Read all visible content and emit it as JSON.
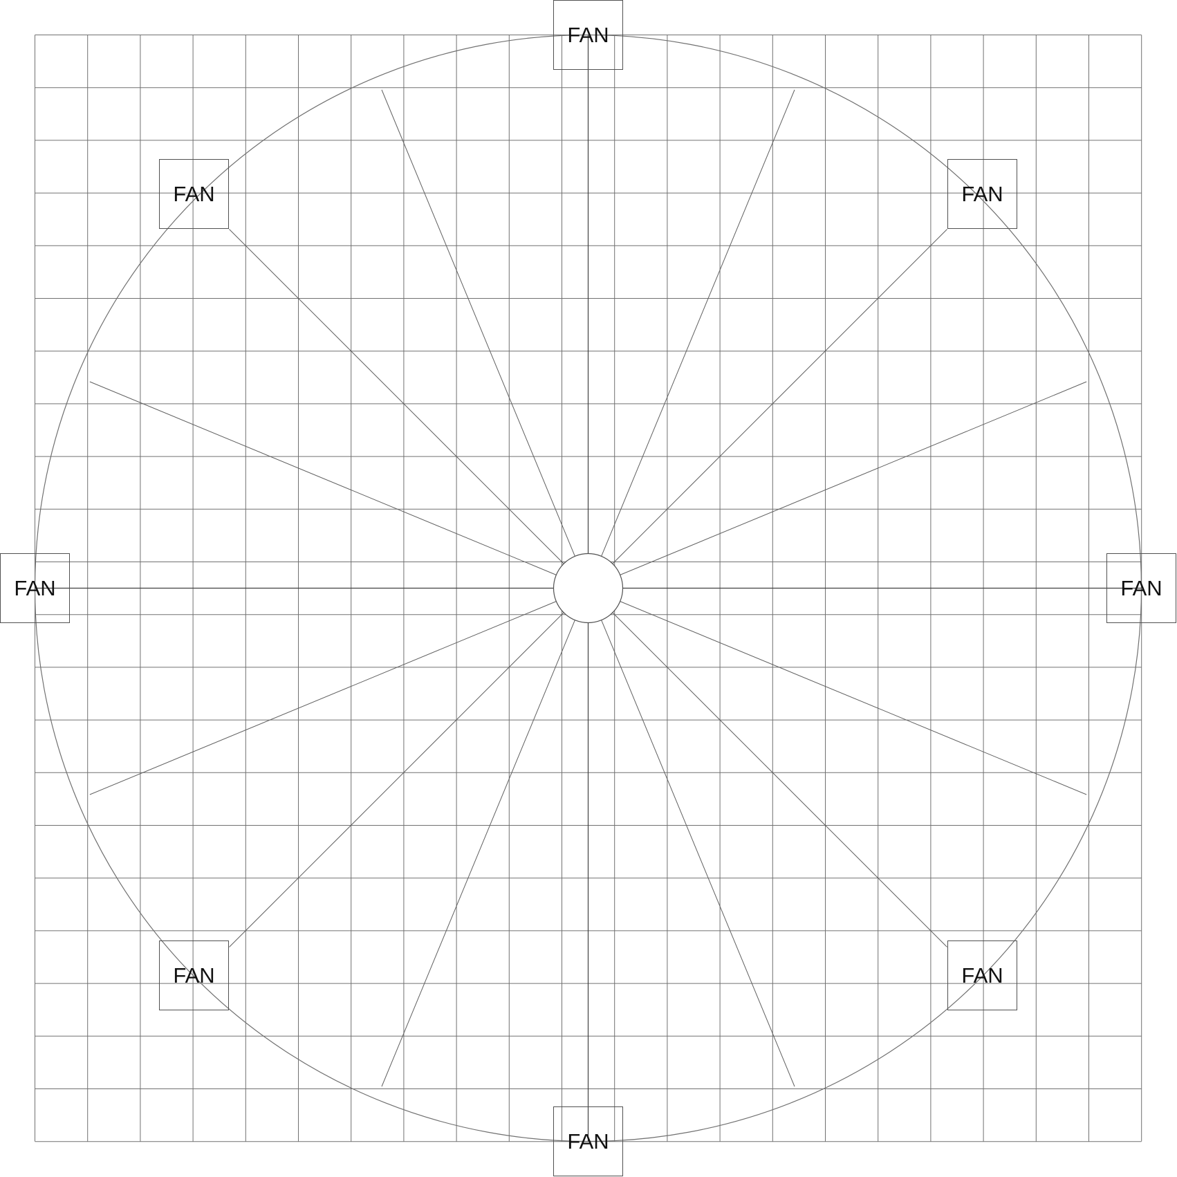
{
  "fans": [
    {
      "id": "top",
      "label": "FAN"
    },
    {
      "id": "top-left",
      "label": "FAN"
    },
    {
      "id": "top-right",
      "label": "FAN"
    },
    {
      "id": "left",
      "label": "FAN"
    },
    {
      "id": "right",
      "label": "FAN"
    },
    {
      "id": "bottom-left",
      "label": "FAN"
    },
    {
      "id": "bottom-right",
      "label": "FAN"
    },
    {
      "id": "bottom",
      "label": "FAN"
    }
  ],
  "spoke_count": 16
}
